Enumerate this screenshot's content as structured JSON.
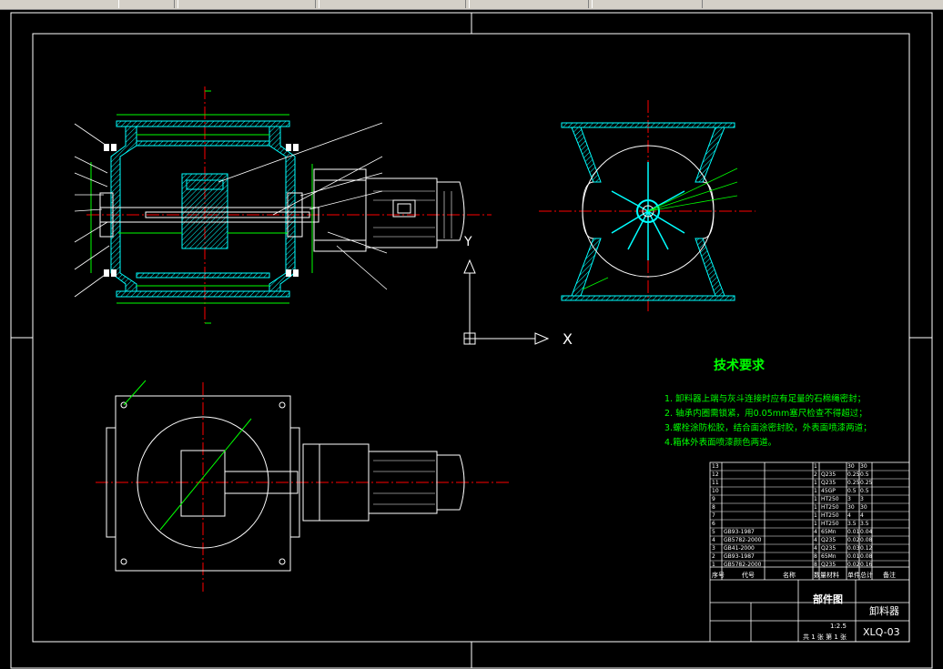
{
  "tech_requirements": {
    "title": "技术要求",
    "items": [
      "1. 卸料器上端与灰斗连接时应有足量的石棉绳密封；",
      "2. 轴承内圈需锁紧，用0.05mm塞尺检查不得超过；",
      "3.螺栓涂防松胶，结合面涂密封胶，外表面喷漆两道；",
      "4.箱体外表面喷漆颜色两道。"
    ]
  },
  "axis_labels": {
    "x": "X",
    "y": "Y"
  },
  "title_block": {
    "drawing_name": "部件图",
    "product_name": "卸料器",
    "drawing_number": "XLQ-03",
    "scale": "1:2.5",
    "header": [
      "序号",
      "代号",
      "名称",
      "数量",
      "材料",
      "单件",
      "总计",
      "备注"
    ],
    "rows": [
      [
        "13",
        "",
        "",
        "1",
        "",
        "30",
        "30"
      ],
      [
        "12",
        "",
        "",
        "2",
        "Q235",
        "0.25",
        "0.5"
      ],
      [
        "11",
        "",
        "",
        "1",
        "Q235",
        "0.25",
        "0.25"
      ],
      [
        "10",
        "",
        "",
        "1",
        "45GP",
        "0.5",
        "0.5"
      ],
      [
        "9",
        "",
        "",
        "1",
        "HT250",
        "3",
        "3"
      ],
      [
        "8",
        "",
        "",
        "1",
        "HT250",
        "30",
        "30"
      ],
      [
        "7",
        "",
        "",
        "1",
        "HT250",
        "4",
        "4"
      ],
      [
        "6",
        "",
        "",
        "1",
        "HT250",
        "3.5",
        "3.5"
      ],
      [
        "5",
        "GB93-1987",
        "",
        "4",
        "65Mn",
        "0.01",
        "0.04"
      ],
      [
        "4",
        "GB5782-2000",
        "",
        "4",
        "Q235",
        "0.02",
        "0.08"
      ],
      [
        "3",
        "GB41-2000",
        "",
        "4",
        "Q235",
        "0.03",
        "0.12"
      ],
      [
        "2",
        "GB93-1987",
        "",
        "8",
        "65Mn",
        "0.01",
        "0.08"
      ],
      [
        "1",
        "GB5782-2000",
        "",
        "8",
        "Q235",
        "0.02",
        "0.16"
      ]
    ],
    "sheet_info": "共 1 张  第 1 张"
  },
  "colors": {
    "background": "#000000",
    "lines": "#ffffff",
    "hatch": "#00ffff",
    "green": "#00ff00",
    "center": "#ff0000",
    "motor": "#ffffff"
  }
}
